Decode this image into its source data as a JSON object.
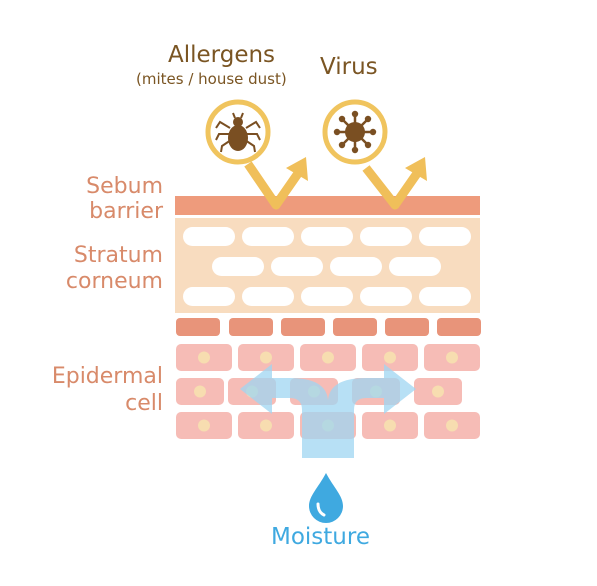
{
  "labels": {
    "allergens": "Allergens",
    "allergens_sub": "(mites / house dust)",
    "virus": "Virus",
    "sebum_line1": "Sebum",
    "sebum_line2": "barrier",
    "stratum_line1": "Stratum",
    "stratum_line2": "corneum",
    "epidermal_line1": "Epidermal",
    "epidermal_line2": "cell",
    "moisture": "Moisture"
  },
  "icons": {
    "allergen": "mite-icon",
    "virus": "virus-icon",
    "moisture": "water-drop-icon"
  },
  "colors": {
    "brown_text": "#7a5523",
    "side_label": "#d88a6a",
    "sebum": "#ee9b7c",
    "corneum_bg": "#f8dcbf",
    "corneum_cell": "#ffffff",
    "basal_cell": "#e8947a",
    "epidermal_cell": "#f6bcb6",
    "nucleus": "#f7ddb0",
    "arrow_yellow": "#f0bf5a",
    "icon_ring": "#f0c45e",
    "moisture_blue": "#3fa9e0",
    "moisture_arrow": "#9fd5f2"
  }
}
